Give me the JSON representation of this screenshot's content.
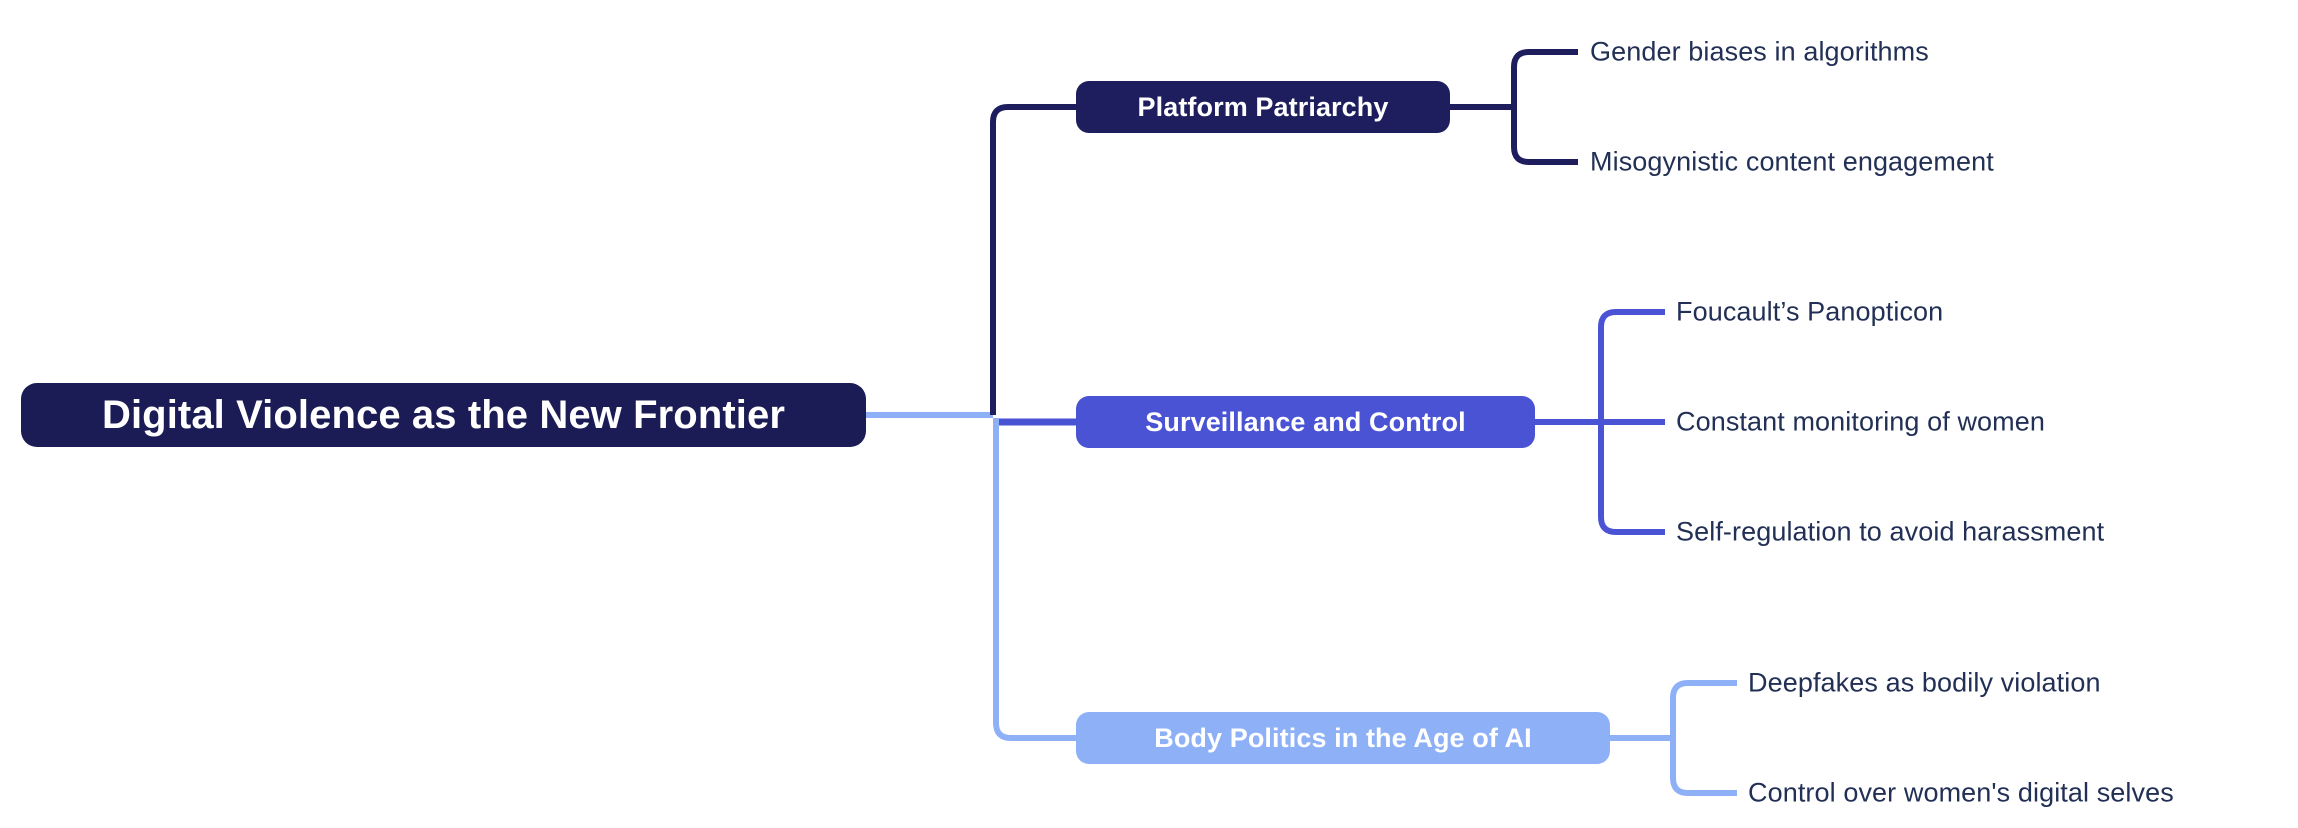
{
  "diagram": {
    "type": "mind-map",
    "orientation": "left-to-right",
    "background_color": "#ffffff",
    "leaf_text_color": "#223055",
    "root": {
      "label": "Digital Violence as the New Frontier",
      "color": "#1b1b55",
      "text_color": "#ffffff"
    },
    "branches": [
      {
        "label": "Platform Patriarchy",
        "color": "#1e1e5f",
        "text_color": "#ffffff",
        "leaves": [
          {
            "label": "Gender biases in algorithms"
          },
          {
            "label": "Misogynistic content engagement"
          }
        ]
      },
      {
        "label": "Surveillance and Control",
        "color": "#4a53d4",
        "text_color": "#ffffff",
        "leaves": [
          {
            "label": "Foucault’s Panopticon"
          },
          {
            "label": "Constant monitoring of women"
          },
          {
            "label": "Self-regulation to avoid harassment"
          }
        ]
      },
      {
        "label": "Body Politics in the Age of AI",
        "color": "#8db0f7",
        "text_color": "#ffffff",
        "leaves": [
          {
            "label": "Deepfakes as bodily violation"
          },
          {
            "label": "Control over women's digital selves"
          }
        ]
      }
    ]
  }
}
